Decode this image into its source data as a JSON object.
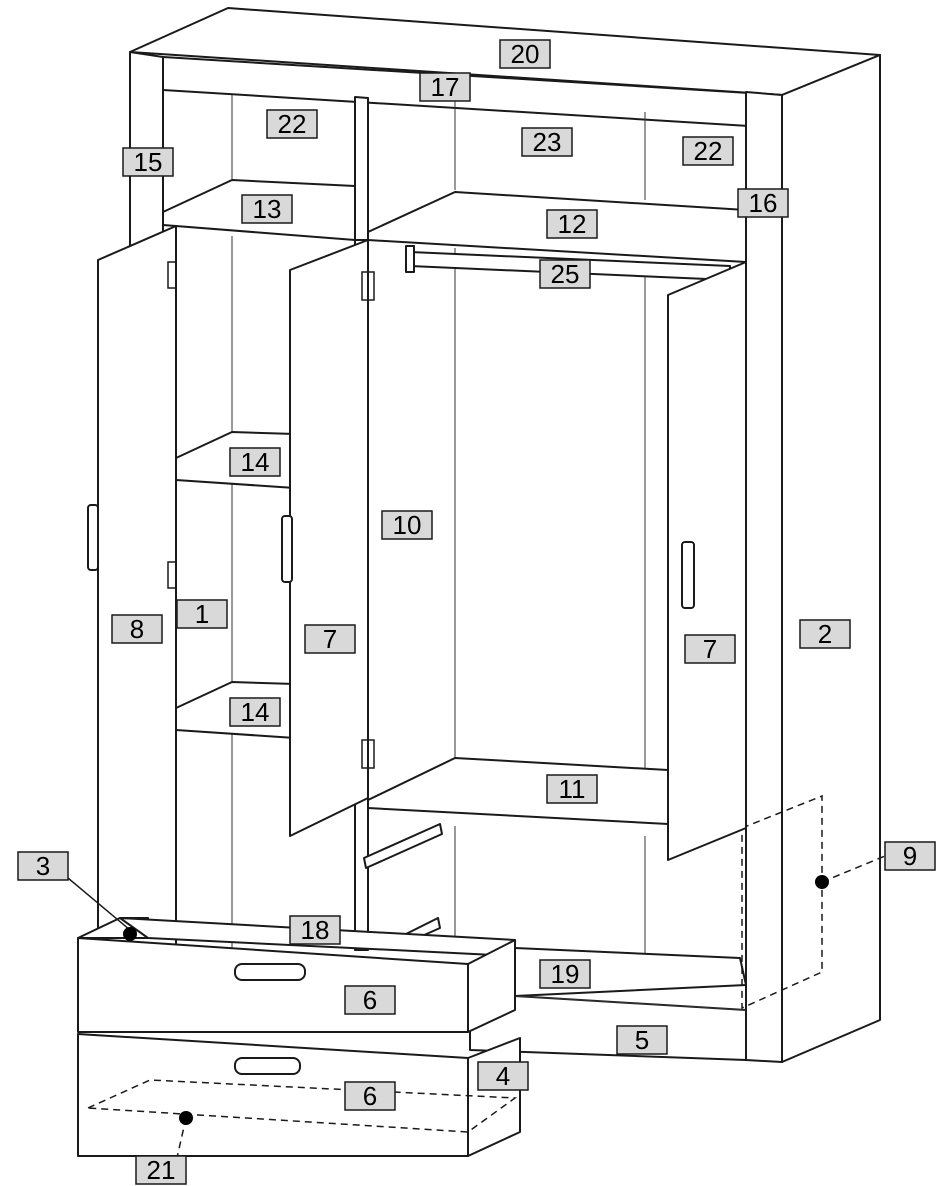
{
  "diagram": {
    "colors": {
      "line": "#1a1a1a",
      "label_fill": "#d9d9d9",
      "background": "#ffffff"
    },
    "labels": {
      "top_panel": "20",
      "front_rail_top": "17",
      "upper_left_back": "22",
      "upper_mid_back": "23",
      "upper_right_back": "22",
      "left_top_strip": "15",
      "right_top_strip": "16",
      "left_upper_shelf": "13",
      "mid_upper_shelf": "12",
      "hanging_rail": "25",
      "left_shelf_upper": "14",
      "left_shelf_lower": "14",
      "center_divider": "10",
      "inner_side": "1",
      "left_door": "8",
      "middle_door": "7",
      "right_door": "7",
      "right_side_panel": "2",
      "bottom_shelf": "11",
      "back_panel_right": "9",
      "drawer_side": "3",
      "drawer_back": "18",
      "drawer_front_upper": "6",
      "drawer_front_lower": "6",
      "bottom_rail": "19",
      "plinth": "5",
      "drawer_runner": "4",
      "drawer_bottom": "21"
    }
  }
}
